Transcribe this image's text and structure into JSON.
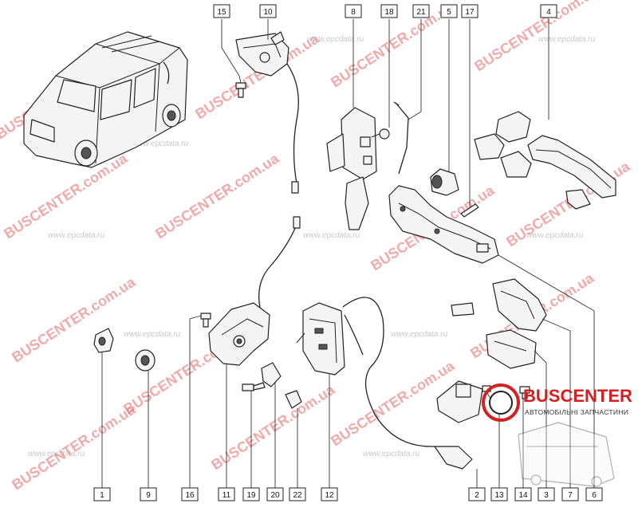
{
  "callouts": {
    "c15": "15",
    "c10": "10",
    "c8": "8",
    "c18": "18",
    "c21": "21",
    "c5": "5",
    "c17": "17",
    "c4": "4",
    "c1": "1",
    "c9": "9",
    "c16": "16",
    "c11": "11",
    "c19": "19",
    "c20": "20",
    "c22": "22",
    "c12": "12",
    "c2": "2",
    "c13": "13",
    "c14": "14",
    "c3": "3",
    "c7": "7",
    "c6": "6"
  },
  "watermarks": {
    "brand": "BUSCENTER",
    "brand_domain": ".com.ua",
    "epc": "www.epcdata.ru"
  },
  "logo": {
    "name": "BUSCENTER",
    "tagline": "АВТОМОБІЛЬНІ ЗАПЧАСТИНИ",
    "brand_color": "#d42020"
  }
}
